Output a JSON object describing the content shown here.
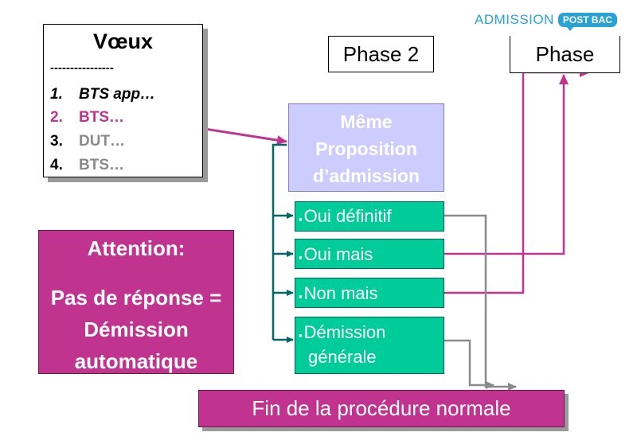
{
  "logo": {
    "word": "ADMISSION",
    "tag": "POST BAC"
  },
  "voeux": {
    "title": "Vœux",
    "separator": "----------------",
    "items": [
      {
        "num": "1.",
        "label": "BTS app…"
      },
      {
        "num": "2.",
        "label": "BTS…"
      },
      {
        "num": "3.",
        "label": "DUT…"
      },
      {
        "num": "4.",
        "label": "BTS…"
      }
    ]
  },
  "phases": {
    "phase2": "Phase 2",
    "phase3": "Phase"
  },
  "proposition": {
    "lines": [
      "Même",
      "Proposition",
      "d’admission"
    ]
  },
  "options": {
    "bullet": "▪",
    "oui_definitif": "Oui définitif",
    "oui_mais": "Oui mais",
    "non_mais": "Non mais",
    "demission_line1": "Démission",
    "demission_line2": "générale"
  },
  "attention": {
    "title": "Attention:",
    "lines": [
      "Pas de réponse =",
      "Démission",
      "automatique"
    ]
  },
  "fin": "Fin de la procédure normale",
  "colors": {
    "magenta": "#c0338f",
    "teal": "#00cc99",
    "teal_line": "#006666",
    "lavender": "#ccccff",
    "gray": "#8a8a8a",
    "logo_blue": "#29a3d6"
  }
}
